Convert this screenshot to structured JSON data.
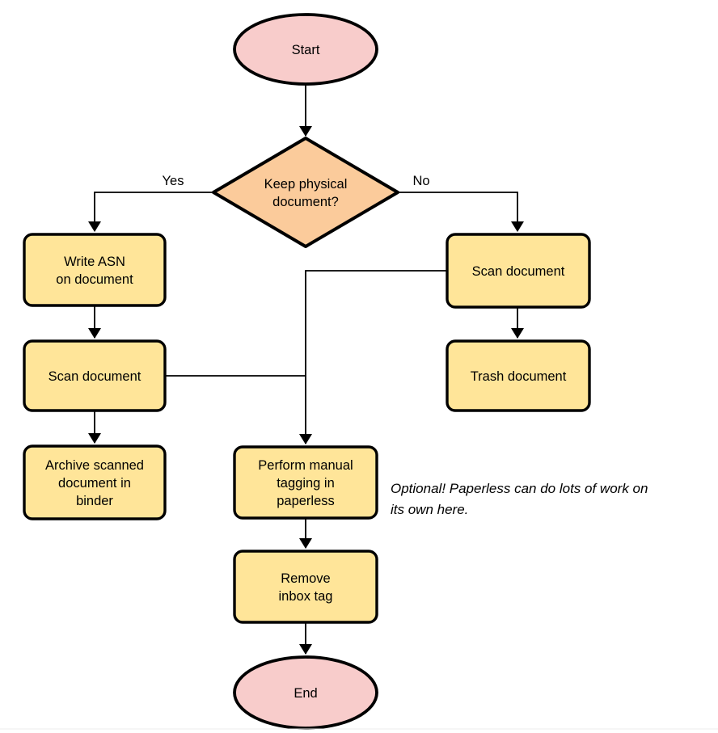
{
  "colors": {
    "terminal_fill": "#F8CCCB",
    "decision_fill": "#FBCB9B",
    "process_fill": "#FFE599",
    "stroke": "#000000"
  },
  "nodes": {
    "start": {
      "label": "Start"
    },
    "decision": {
      "lines": [
        "Keep physical",
        "document?"
      ]
    },
    "write_asn": {
      "lines": [
        "Write ASN",
        "on document"
      ]
    },
    "scan_left": {
      "label": "Scan document"
    },
    "archive": {
      "lines": [
        "Archive scanned",
        "document in",
        "binder"
      ]
    },
    "scan_right": {
      "label": "Scan document"
    },
    "trash": {
      "label": "Trash document"
    },
    "tagging": {
      "lines": [
        "Perform manual",
        "tagging in",
        "paperless"
      ]
    },
    "remove_inbox": {
      "lines": [
        "Remove",
        "inbox tag"
      ]
    },
    "end": {
      "label": "End"
    }
  },
  "edge_labels": {
    "yes": "Yes",
    "no": "No"
  },
  "note": {
    "lines": [
      "Optional! Paperless can do lots of work on",
      "its own here."
    ]
  }
}
